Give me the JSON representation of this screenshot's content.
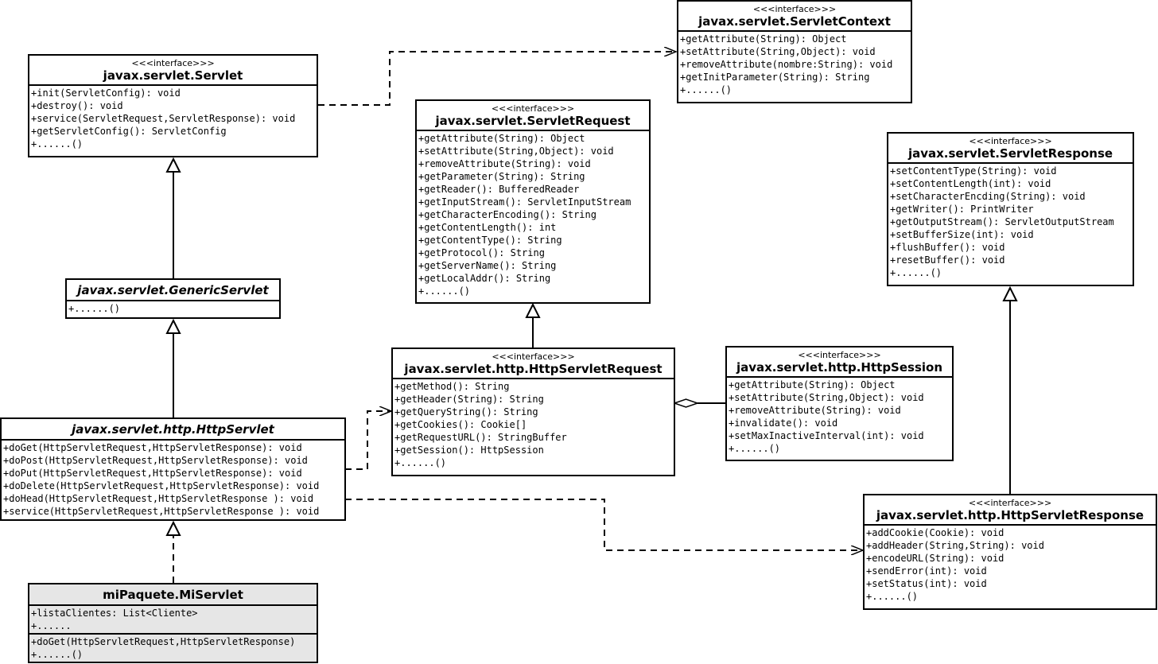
{
  "stereotype": "<<<interface>>>",
  "classes": {
    "servlet": {
      "name": "javax.servlet.Servlet",
      "ops": [
        "+init(ServletConfig): void",
        "+destroy(): void",
        "+service(ServletRequest,ServletResponse): void",
        "+getServletConfig(): ServletConfig",
        "+......()"
      ]
    },
    "servlet_context": {
      "name": "javax.servlet.ServletContext",
      "ops": [
        "+getAttribute(String): Object",
        "+setAttribute(String,Object): void",
        "+removeAttribute(nombre:String): void",
        "+getInitParameter(String): String",
        "+......()"
      ]
    },
    "servlet_request": {
      "name": "javax.servlet.ServletRequest",
      "ops": [
        "+getAttribute(String): Object",
        "+setAttribute(String,Object): void",
        "+removeAttribute(String): void",
        "+getParameter(String): String",
        "+getReader(): BufferedReader",
        "+getInputStream(): ServletInputStream",
        "+getCharacterEncoding(): String",
        "+getContentLength(): int",
        "+getContentType(): String",
        "+getProtocol(): String",
        "+getServerName(): String",
        "+getLocalAddr(): String",
        "+......()"
      ]
    },
    "servlet_response": {
      "name": "javax.servlet.ServletResponse",
      "ops": [
        "+setContentType(String): void",
        "+setContentLength(int): void",
        "+setCharacterEncding(String): void",
        "+getWriter(): PrintWriter",
        "+getOutputStream(): ServletOutputStream",
        "+setBufferSize(int): void",
        "+flushBuffer(): void",
        "+resetBuffer(): void",
        "+......()"
      ]
    },
    "generic_servlet": {
      "name": "javax.servlet.GenericServlet",
      "ops": [
        "+......()"
      ]
    },
    "http_servlet": {
      "name": "javax.servlet.http.HttpServlet",
      "ops": [
        "+doGet(HttpServletRequest,HttpServletResponse): void",
        "+doPost(HttpServletRequest,HttpServletResponse): void",
        "+doPut(HttpServletRequest,HttpServletResponse): void",
        "+doDelete(HttpServletRequest,HttpServletResponse): void",
        "+doHead(HttpServletRequest,HttpServletResponse ): void",
        "+service(HttpServletRequest,HttpServletResponse ): void"
      ]
    },
    "http_servlet_request": {
      "name": "javax.servlet.http.HttpServletRequest",
      "ops": [
        "+getMethod(): String",
        "+getHeader(String): String",
        "+getQueryString(): String",
        "+getCookies(): Cookie[]",
        "+getRequestURL(): StringBuffer",
        "+getSession(): HttpSession",
        "+......()"
      ]
    },
    "http_session": {
      "name": "javax.servlet.http.HttpSession",
      "ops": [
        "+getAttribute(String): Object",
        "+setAttribute(String,Object): void",
        "+removeAttribute(String): void",
        "+invalidate(): void",
        "+setMaxInactiveInterval(int): void",
        "+......()"
      ]
    },
    "http_servlet_response": {
      "name": "javax.servlet.http.HttpServletResponse",
      "ops": [
        "+addCookie(Cookie): void",
        "+addHeader(String,String): void",
        "+encodeURL(String): void",
        "+sendError(int): void",
        "+setStatus(int): void",
        "+......()"
      ]
    },
    "mi_servlet": {
      "name": "miPaquete.MiServlet",
      "attrs": [
        "+listaClientes: List<Cliente>",
        "+......"
      ],
      "ops": [
        "+doGet(HttpServletRequest,HttpServletResponse)",
        "+......()"
      ]
    }
  }
}
